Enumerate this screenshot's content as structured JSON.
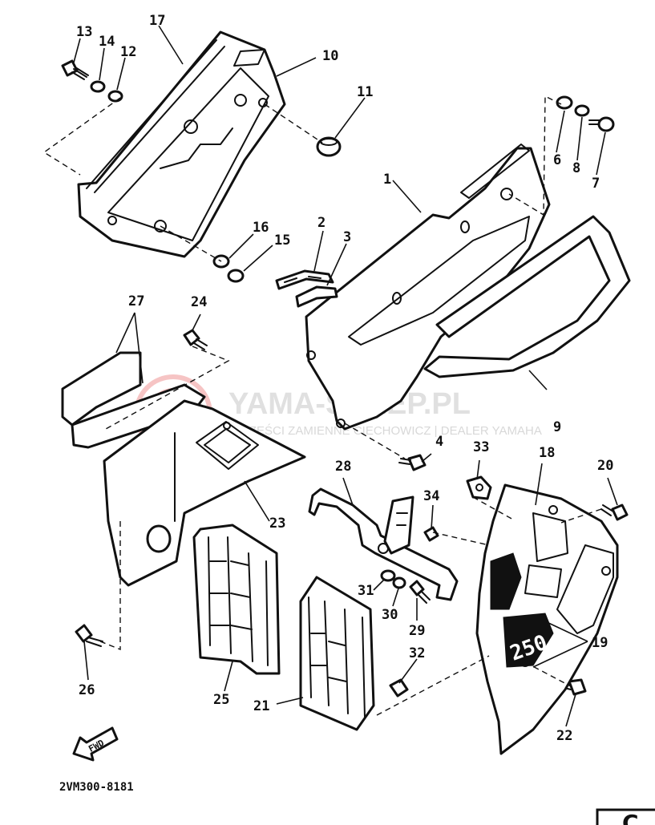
{
  "diagram_code": "2VM300-8181",
  "watermark": {
    "title": "YAMA-SKLEP.PL",
    "subtitle": "CZĘŚCI ZAMIENNE CIECHOWICZ | DEALER YAMAHA"
  },
  "fwd_label": "FWD",
  "emblem_text": "250",
  "corner_label": "C",
  "colors": {
    "line": "#111111",
    "background": "#ffffff",
    "watermark": "#e03030"
  },
  "part_numbers": [
    "1",
    "2",
    "3",
    "4",
    "6",
    "7",
    "8",
    "9",
    "10",
    "11",
    "12",
    "13",
    "14",
    "15",
    "16",
    "17",
    "18",
    "19",
    "20",
    "21",
    "22",
    "23",
    "24",
    "25",
    "26",
    "27",
    "28",
    "29",
    "30",
    "31",
    "32",
    "33",
    "34"
  ]
}
